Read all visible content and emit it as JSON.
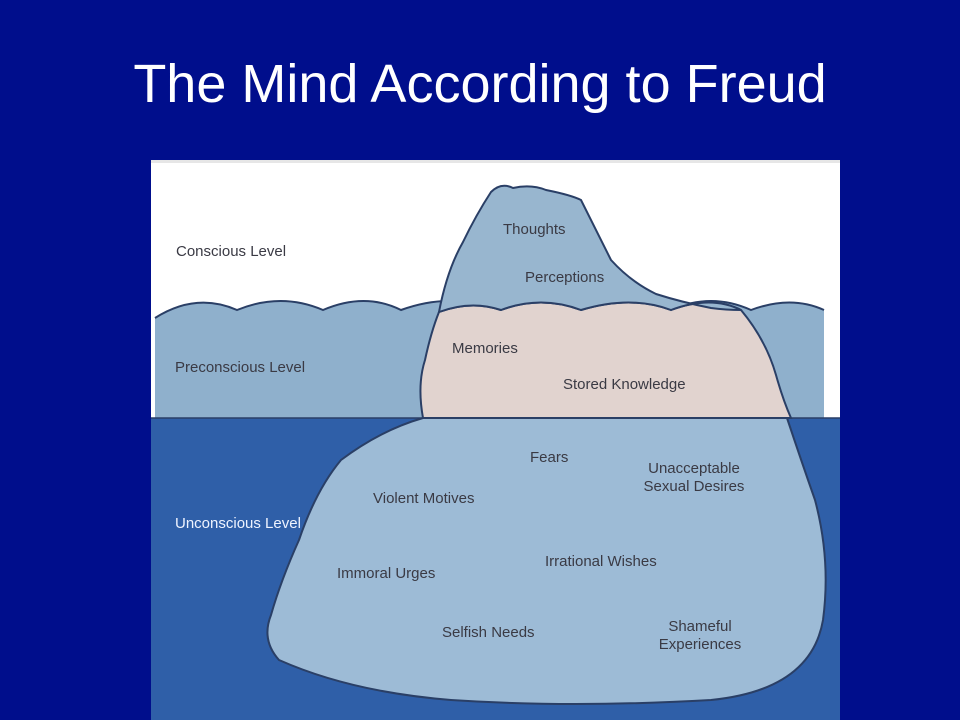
{
  "slide": {
    "title": "The Mind According to Freud"
  },
  "diagram": {
    "levels": {
      "conscious": "Conscious Level",
      "preconscious": "Preconscious Level",
      "unconscious": "Unconscious Level"
    },
    "conscious_items": [
      "Thoughts",
      "Perceptions"
    ],
    "preconscious_items": [
      "Memories",
      "Stored Knowledge"
    ],
    "unconscious_items": {
      "fears": "Fears",
      "violent_motives": "Violent Motives",
      "unacceptable_sexual_desires_line1": "Unacceptable",
      "unacceptable_sexual_desires_line2": "Sexual Desires",
      "immoral_urges": "Immoral Urges",
      "irrational_wishes": "Irrational Wishes",
      "selfish_needs": "Selfish Needs",
      "shameful_experiences_line1": "Shameful",
      "shameful_experiences_line2": "Experiences"
    },
    "colors": {
      "background": "#000e8c",
      "paper": "#ffffff",
      "preconscious_water": "#8fb0cc",
      "unconscious_water": "#2f5fa8",
      "iceberg_tip": "#98b6cf",
      "iceberg_middle": "#e1d3cf",
      "iceberg_base": "#9dbbd6",
      "outline": "#2a3f66"
    }
  }
}
